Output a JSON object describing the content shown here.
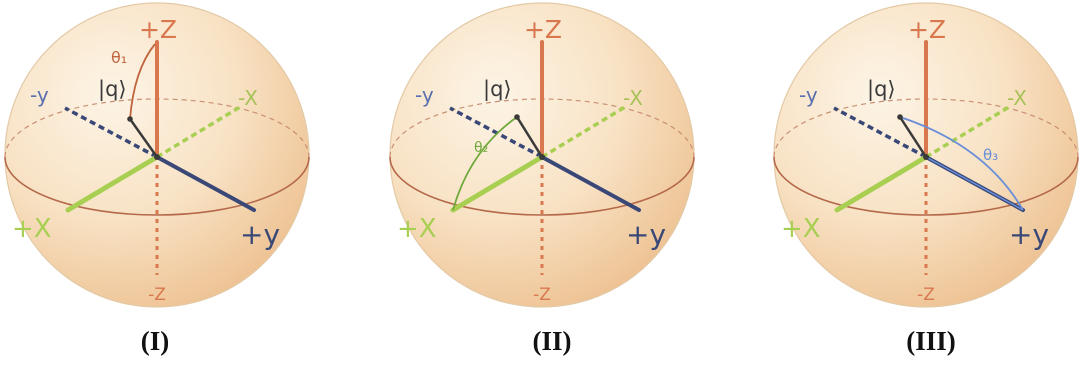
{
  "colors": {
    "z_axis": "#d9774e",
    "x_axis": "#a8cf52",
    "y_axis": "#3a4878",
    "neg_y_label": "#5a6fae",
    "neg_x_label": "#a8c25a",
    "state_vector": "#3a3a3a",
    "equator": "#b5694a",
    "sphere_light": "#fcf0df",
    "sphere_dark": "#efc99c"
  },
  "labels": {
    "plus_z": "+Z",
    "minus_z": "-Z",
    "plus_x": "+X",
    "minus_x": "-X",
    "plus_y": "+y",
    "minus_y": "-y",
    "state": "|q⟩"
  },
  "panels": [
    {
      "caption": "(I)",
      "angle_label": "θ₁",
      "angle_color": "#c0653f"
    },
    {
      "caption": "(II)",
      "angle_label": "θ₂",
      "angle_color": "#6fa83a"
    },
    {
      "caption": "(III)",
      "angle_label": "θ₃",
      "angle_color": "#6a8fd8"
    }
  ]
}
